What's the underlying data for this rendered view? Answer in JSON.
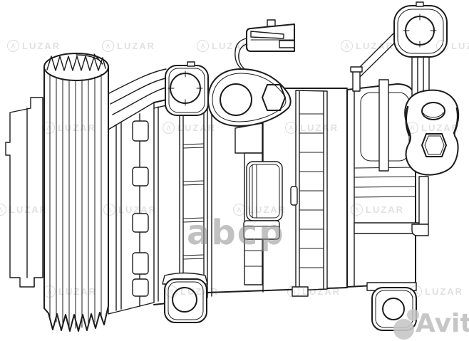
{
  "canvas": {
    "background": "#ffffff",
    "line_color": "#1c1c1c"
  },
  "watermarks": {
    "luzar": {
      "text": "LUZAR",
      "logo_glyph": "Λ",
      "color": "rgba(0,0,0,0.12)"
    },
    "abcp": {
      "text": "abcp",
      "color": "#8f8f8f"
    },
    "avito": {
      "text": "Avito",
      "color": "#c6c6c6"
    }
  }
}
